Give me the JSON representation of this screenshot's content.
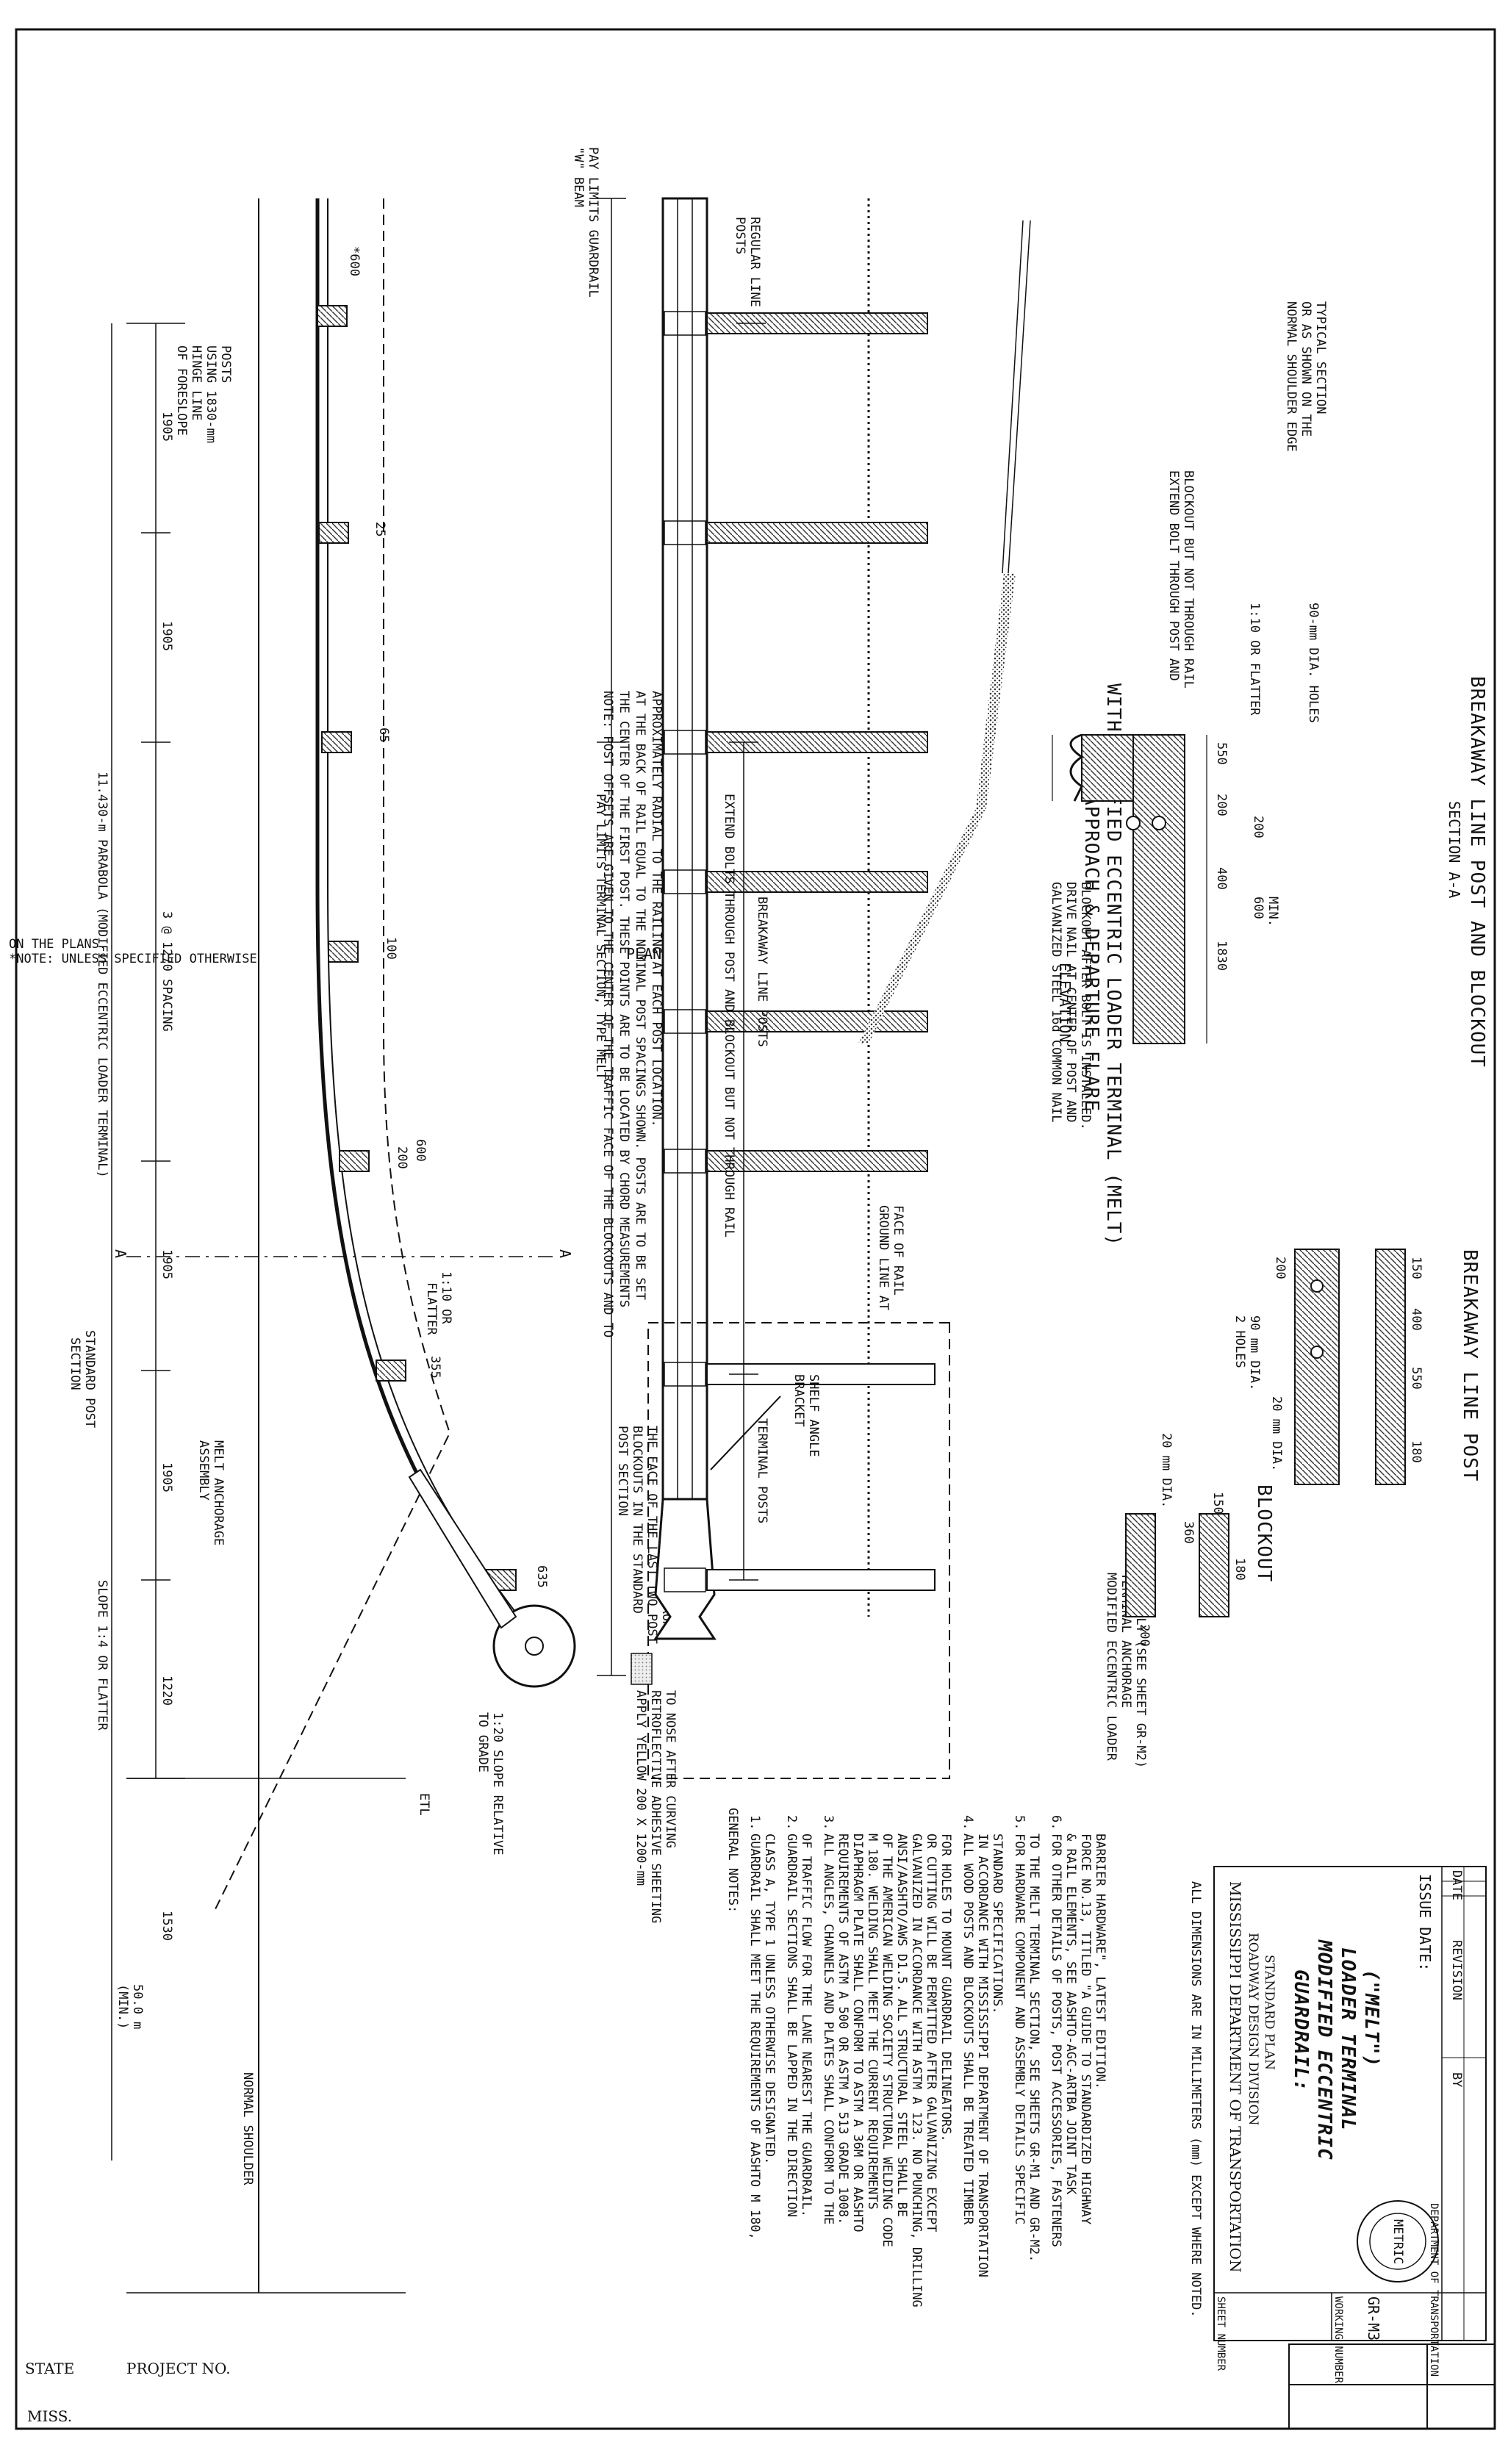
{
  "header": {
    "state_label": "STATE",
    "state_value": "MISS.",
    "project_label": "PROJECT NO."
  },
  "footnote": {
    "line1": "*NOTE: UNLESS SPECIFIED OTHERWISE",
    "line2": "ON THE PLANS."
  },
  "plan": {
    "title": "PLAN",
    "labels": {
      "standard_post_section": [
        "STANDARD POST",
        "SECTION"
      ],
      "hinge_line": [
        "HINGE LINE",
        "OF FORESLOPE",
        "USING 1830-mm",
        "POSTS"
      ],
      "parabola": "11.430-m PARABOLA (MODIFIED ECCENTRIC LOADER TERMINAL)",
      "slope": "SLOPE 1:4 OR FLATTER",
      "offset_600_star": "*600",
      "offset_600": "600",
      "slope_1_10": [
        "1:10 OR",
        "FLATTER"
      ],
      "melt_anchorage": [
        "MELT ANCHORAGE",
        "ASSEMBLY"
      ],
      "tangent_line": [
        "TANGENT LINE PROJECTED FROM",
        "THE FACE OF THE LAST TWO POST",
        "BLOCKOUTS IN THE STANDARD",
        "POST SECTION"
      ],
      "slope_1_20": [
        "1:20 SLOPE RELATIVE",
        "TO GRADE"
      ],
      "etl": "ETL",
      "normal_shoulder": "NORMAL SHOULDER",
      "min_width": [
        "50.0 m",
        "(MIN.)"
      ],
      "section_marker": "A"
    },
    "note": [
      "NOTE: POST OFFSETS ARE GIVEN TO THE CENTER OF THE TRAFFIC FACE OF THE BLOCKOUTS AND TO",
      "THE CENTER OF THE FIRST POST. THESE POINTS ARE TO BE LOCATED BY CHORD MEASUREMENTS",
      "AT THE BACK OF RAIL EQUAL TO THE NOMINAL POST SPACINGS SHOWN. POSTS ARE TO BE SET",
      "APPROXIMATELY RADIAL TO THE RAILING AT EACH POST LOCATION."
    ],
    "spacings": [
      "1905",
      "1905",
      "3 @ 1270 SPACING",
      "1905",
      "1905",
      "1220",
      "1530"
    ],
    "post_offsets": [
      "25",
      "65",
      "100",
      "200",
      "355",
      "635"
    ]
  },
  "elevation": {
    "title": "ELEVATION",
    "subtitle1": "APPROACH & DEPARTURE FLARE",
    "subtitle2": "WITH MODIFIED ECCENTRIC LOADER TERMINAL (MELT)",
    "labels": {
      "pay_limits_w": [
        "PAY LIMITS GUARDRAIL",
        "\"W\" BEAM"
      ],
      "regular_posts": [
        "REGULAR LINE",
        "POSTS"
      ],
      "pay_limits_terminal": "PAY LIMITS TERMINAL SECTION, TYPE MELT",
      "extend_bolts": "EXTEND BOLTS THROUGH POST AND BLOCKOUT BUT NOT THROUGH RAIL",
      "breakaway_posts": "BREAKAWAY LINE POSTS",
      "terminal_posts": "TERMINAL POSTS",
      "ground_line": [
        "GROUND LINE AT",
        "FACE OF RAIL"
      ],
      "shelf_angle": [
        "SHELF ANGLE",
        "BRACKET"
      ],
      "apply_yellow": [
        "APPLY YELLOW 200 X 1200-mm",
        "RETROFLECTIVE ADHESIVE SHEETING",
        "TO NOSE AFTER CURVING"
      ],
      "modified_anchorage": [
        "MODIFIED ECCENTRIC LOADER",
        "TERMINAL ANCHORAGE",
        "ASSEMBLY (SEE SHEET GR-M2)"
      ]
    }
  },
  "section_aa": {
    "title": "SECTION A-A",
    "subtitle": "BREAKAWAY LINE POST AND BLOCKOUT",
    "labels": {
      "normal_shoulder_edge": [
        "NORMAL SHOULDER EDGE",
        "OR AS SHOWN ON THE",
        "TYPICAL SECTION"
      ],
      "extend_bolt": [
        "EXTEND BOLT THROUGH POST AND",
        "BLOCKOUT BUT NOT THROUGH RAIL"
      ],
      "slope": "1:10 OR FLATTER",
      "holes": "90-mm DIA. HOLES",
      "nail": [
        "GALVANIZED STEEL 16d COMMON NAIL",
        "DRIVE NAIL AT CENTER OF POST AND",
        "BLOCKOUT AFTER BOLT IS INSTALLED."
      ],
      "dims": [
        "550",
        "200",
        "400",
        "600",
        "MIN.",
        "1830",
        "200"
      ]
    }
  },
  "breakaway_post": {
    "title": "BREAKAWAY LINE POST",
    "labels": {
      "dims": [
        "150",
        "400",
        "550",
        "180",
        "200"
      ],
      "dia20": "20 mm DIA.",
      "holes90": [
        "90 mm DIA.",
        "2 HOLES"
      ]
    }
  },
  "blockout": {
    "title": "BLOCKOUT",
    "labels": {
      "dia20": "20 mm DIA.",
      "dims": [
        "150",
        "360",
        "180",
        "200"
      ]
    }
  },
  "general_notes": {
    "title": "GENERAL NOTES:",
    "items": [
      {
        "num": "1.",
        "lines": [
          "GUARDRAIL SHALL MEET THE REQUIREMENTS OF AASHTO M 180,",
          "CLASS A, TYPE 1 UNLESS OTHERWISE DESIGNATED."
        ]
      },
      {
        "num": "2.",
        "lines": [
          "GUARDRAIL SECTIONS SHALL BE LAPPED IN THE DIRECTION",
          "OF TRAFFIC FLOW FOR THE LANE NEAREST THE GUARDRAIL."
        ]
      },
      {
        "num": "3.",
        "lines": [
          "ALL ANGLES, CHANNELS AND PLATES SHALL CONFORM TO THE",
          "REQUIREMENTS OF ASTM A 500 OR ASTM A 513 GRADE 1008.",
          "DIAPHRAGM PLATE SHALL CONFORM TO ASTM A 36M OR AASHTO",
          "M 180. WELDING SHALL MEET THE CURRENT REQUIREMENTS",
          "OF THE AMERICAN WELDING SOCIETY STRUCTURAL WELDING CODE",
          "ANSI/AASHTO/AWS D1.5. ALL STRUCTURAL STEEL SHALL BE",
          "GALVANIZED IN ACCORDANCE WITH ASTM A 123. NO PUNCHING, DRILLING",
          "OR CUTTING WILL BE PERMITTED AFTER GALVANIZING EXCEPT",
          "FOR HOLES TO MOUNT GUARDRAIL DELINEATORS."
        ]
      },
      {
        "num": "4.",
        "lines": [
          "ALL WOOD POSTS AND BLOCKOUTS SHALL BE TREATED TIMBER",
          "IN ACCORDANCE WITH MISSISSIPPI DEPARTMENT OF TRANSPORTATION",
          "STANDARD SPECIFICATIONS."
        ]
      },
      {
        "num": "5.",
        "lines": [
          "FOR HARDWARE COMPONENT AND ASSEMBLY DETAILS SPECIFIC",
          "TO THE MELT TERMINAL SECTION, SEE SHEETS GR-M1 AND GR-M2."
        ]
      },
      {
        "num": "6.",
        "lines": [
          "FOR OTHER DETAILS OF POSTS, POST ACCESSORIES, FASTENERS",
          "& RAIL ELEMENTS, SEE AASHTO-AGC-ARTBA JOINT TASK",
          "FORCE NO.13, TITLED \"A GUIDE TO STANDARDIZED HIGHWAY",
          "BARRIER HARDWARE\", LATEST EDITION."
        ]
      }
    ]
  },
  "title_block": {
    "dimensions_note": "ALL DIMENSIONS ARE IN MILLIMETERS (mm) EXCEPT WHERE NOTED.",
    "department": "MISSISSIPPI DEPARTMENT OF TRANSPORTATION",
    "division": "ROADWAY DESIGN DIVISION",
    "plan_type": "STANDARD PLAN",
    "drawing_title": [
      "GUARDRAIL:",
      "MODIFIED ECCENTRIC",
      "LOADER TERMINAL",
      "(\"MELT\")"
    ],
    "seal_text": [
      "DEPARTMENT OF TRANSPORTATION",
      "METRIC"
    ],
    "working_number_label": "WORKING NUMBER",
    "working_number": "GR-M3",
    "sheet_number_label": "SHEET NUMBER",
    "revision_headers": [
      "DATE",
      "REVISION",
      "BY"
    ],
    "issue_date_label": "ISSUE DATE:"
  }
}
